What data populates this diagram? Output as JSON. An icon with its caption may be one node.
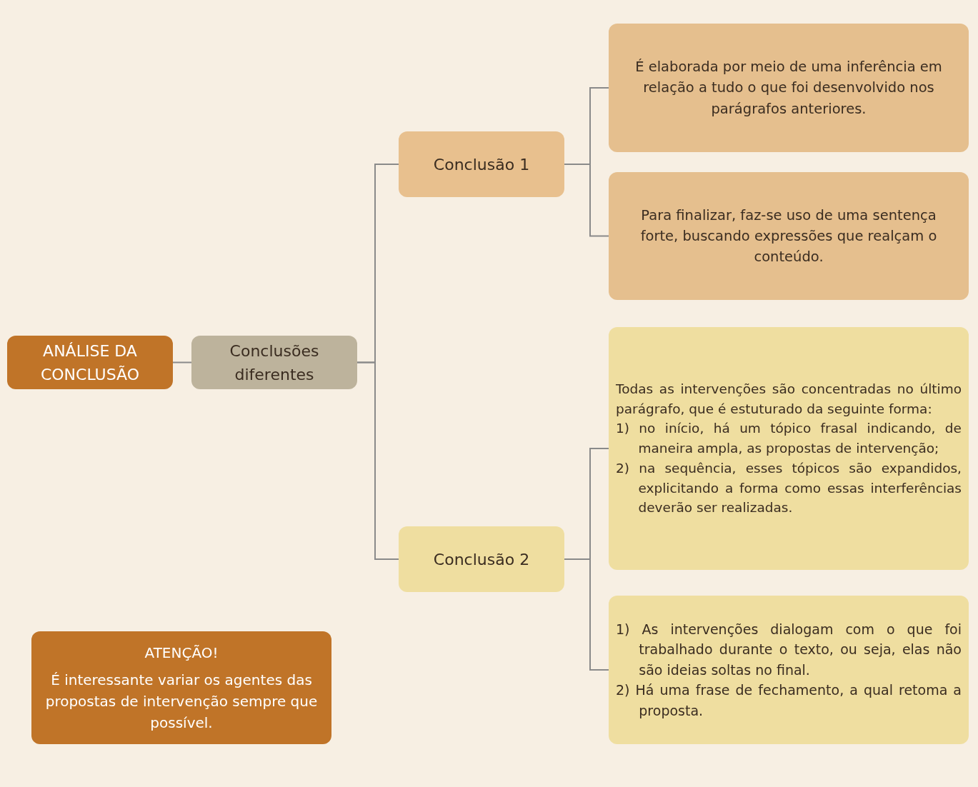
{
  "diagram": {
    "nodes": [
      {
        "text": [
          "ANÁLISE DA CONCLUSÃO"
        ]
      },
      {
        "text": [
          "Conclusões diferentes"
        ]
      },
      {
        "text": [
          "Conclusão 1"
        ]
      },
      {
        "text": [
          "É elaborada por meio de uma inferência em relação a tudo o que foi desenvolvido nos parágrafos anteriores."
        ]
      },
      {
        "text": [
          "Para finalizar, faz-se uso de uma sentença forte, buscando expressões que realçam o conteúdo."
        ]
      },
      {
        "text": [
          "Conclusão 2"
        ]
      },
      {
        "text": [
          "Todas as intervenções são concentradas no último parágrafo, que é estuturado da seguinte forma:",
          "1) no início, há um tópico frasal indicando, de maneira ampla, as propostas de intervenção;",
          "2) na sequência, esses tópicos são expandidos, explicitando a forma como essas interferências deverão ser realizadas."
        ]
      },
      {
        "text": [
          "1) As intervenções dialogam com o que foi trabalhado durante o texto, ou seja, elas não são ideias soltas no final.",
          "2) Há uma frase de fechamento, a qual retoma a proposta."
        ]
      },
      {
        "text": [
          "ATENÇÃO!",
          "É interessante variar os agentes das propostas de intervenção sempre que possível."
        ]
      }
    ],
    "edges": [
      {
        "from": 0,
        "to": 1,
        "arrow": "none"
      },
      {
        "from": 1,
        "to": 2,
        "arrow": "none"
      },
      {
        "from": 1,
        "to": 5,
        "arrow": "none"
      },
      {
        "from": 2,
        "to": 3,
        "arrow": "none"
      },
      {
        "from": 2,
        "to": 4,
        "arrow": "none"
      },
      {
        "from": 5,
        "to": 6,
        "arrow": "none"
      },
      {
        "from": 5,
        "to": 7,
        "arrow": "none"
      }
    ]
  }
}
